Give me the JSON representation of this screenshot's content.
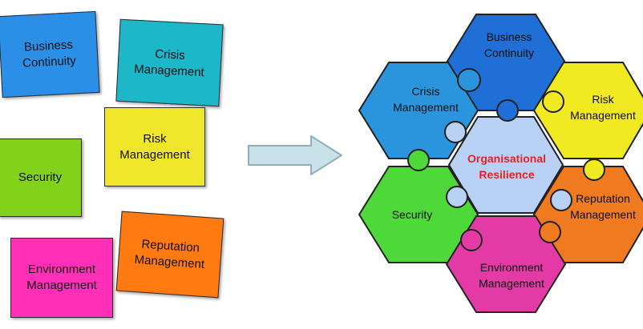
{
  "cards": {
    "business_continuity": {
      "line1": "Business",
      "line2": "Continuity",
      "color": "#2b8fe8"
    },
    "crisis_management": {
      "line1": "Crisis",
      "line2": "Management",
      "color": "#1eb6c9"
    },
    "risk_management": {
      "line1": "Risk",
      "line2": "Management",
      "color": "#f0e62a"
    },
    "security": {
      "line1": "Security",
      "color": "#82d21c"
    },
    "environment_management": {
      "line1": "Environment",
      "line2": "Management",
      "color": "#ff2fb7"
    },
    "reputation_management": {
      "line1": "Reputation",
      "line2": "Management",
      "color": "#ff7b12"
    }
  },
  "puzzle": {
    "center": {
      "line1": "Organisational",
      "line2": "Resilience",
      "color": "#b9d1f5",
      "text_color": "#e52321"
    },
    "business_continuity": {
      "line1": "Business",
      "line2": "Continuity",
      "color": "#1f6fd6"
    },
    "crisis_management": {
      "line1": "Crisis",
      "line2": "Management",
      "color": "#2a95dc"
    },
    "risk_management": {
      "line1": "Risk",
      "line2": "Management",
      "color": "#f1ea23"
    },
    "security": {
      "line1": "Security",
      "color": "#4fd83a"
    },
    "environment_management": {
      "line1": "Environment",
      "line2": "Management",
      "color": "#e33aa6"
    },
    "reputation_management": {
      "line1": "Reputation",
      "line2": "Management",
      "color": "#ef7a1f"
    }
  },
  "arrow": {
    "fill": "#c9e2ea",
    "stroke": "#8fb0bb"
  }
}
